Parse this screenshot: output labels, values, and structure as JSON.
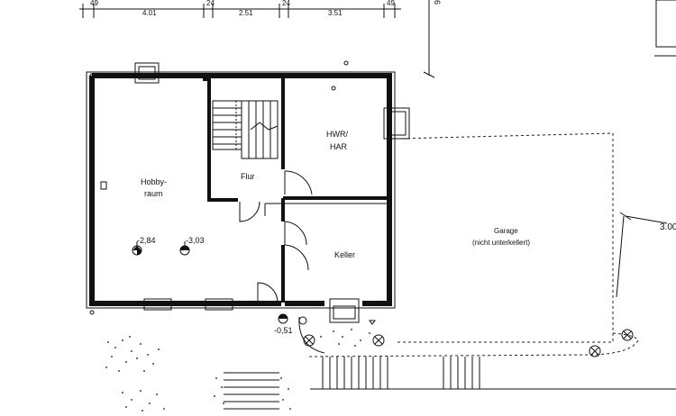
{
  "dimensions": {
    "top": [
      "49",
      "4.01",
      "24",
      "2.51",
      "24",
      "3.51",
      "49"
    ],
    "right_partial": "6",
    "garage_width": "3.00"
  },
  "rooms": {
    "hobby_line1": "Hobby-",
    "hobby_line2": "raum",
    "flur": "Flur",
    "hwr_line1": "HWR/",
    "hwr_line2": "HAR",
    "keller": "Keller",
    "garage_line1": "Garage",
    "garage_line2": "(nicht unterkellert)"
  },
  "levels": {
    "level_a": "-2,84",
    "level_b": "-3,03",
    "level_c": "-0,51"
  }
}
